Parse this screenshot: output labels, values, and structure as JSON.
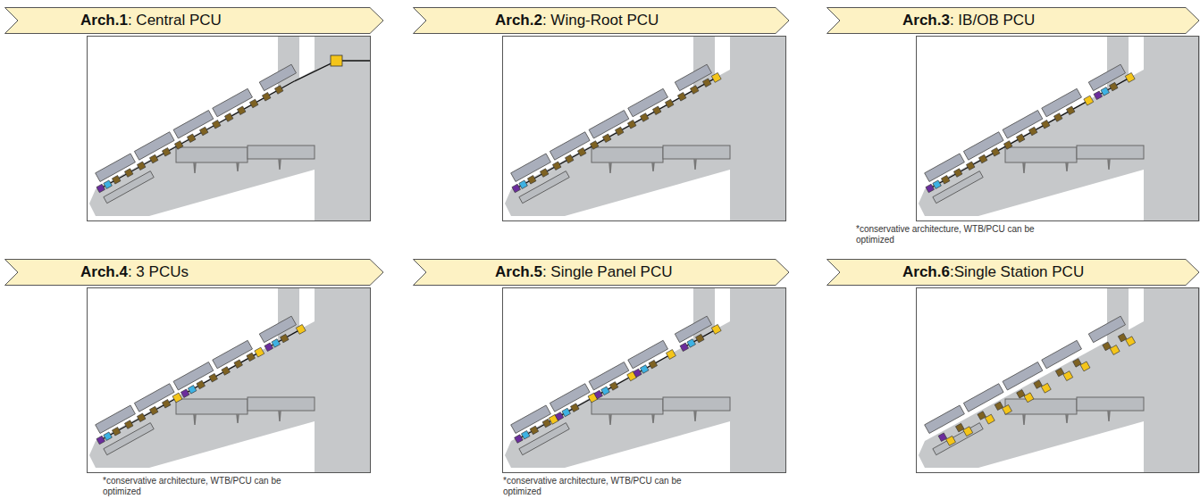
{
  "diagram": {
    "nodes": [
      {
        "text": [
          "Arch.1",
          ": Central PCU"
        ]
      },
      {
        "text": [
          "Arch.2",
          ": Wing-Root PCU"
        ]
      },
      {
        "text": [
          "Arch.3",
          ": IB/OB PCU"
        ]
      },
      {
        "text": [
          "Arch.4",
          ": 3 PCUs"
        ]
      },
      {
        "text": [
          "Arch.5",
          ": Single Panel PCU"
        ]
      },
      {
        "text": [
          "Arch.6",
          ":Single Station PCU"
        ]
      }
    ],
    "labels": [
      "*conservative architecture, WTB/PCU can be optimized",
      "*conservative architecture, WTB/PCU can be optimized",
      "*conservative architecture, WTB/PCU can be optimized"
    ]
  }
}
